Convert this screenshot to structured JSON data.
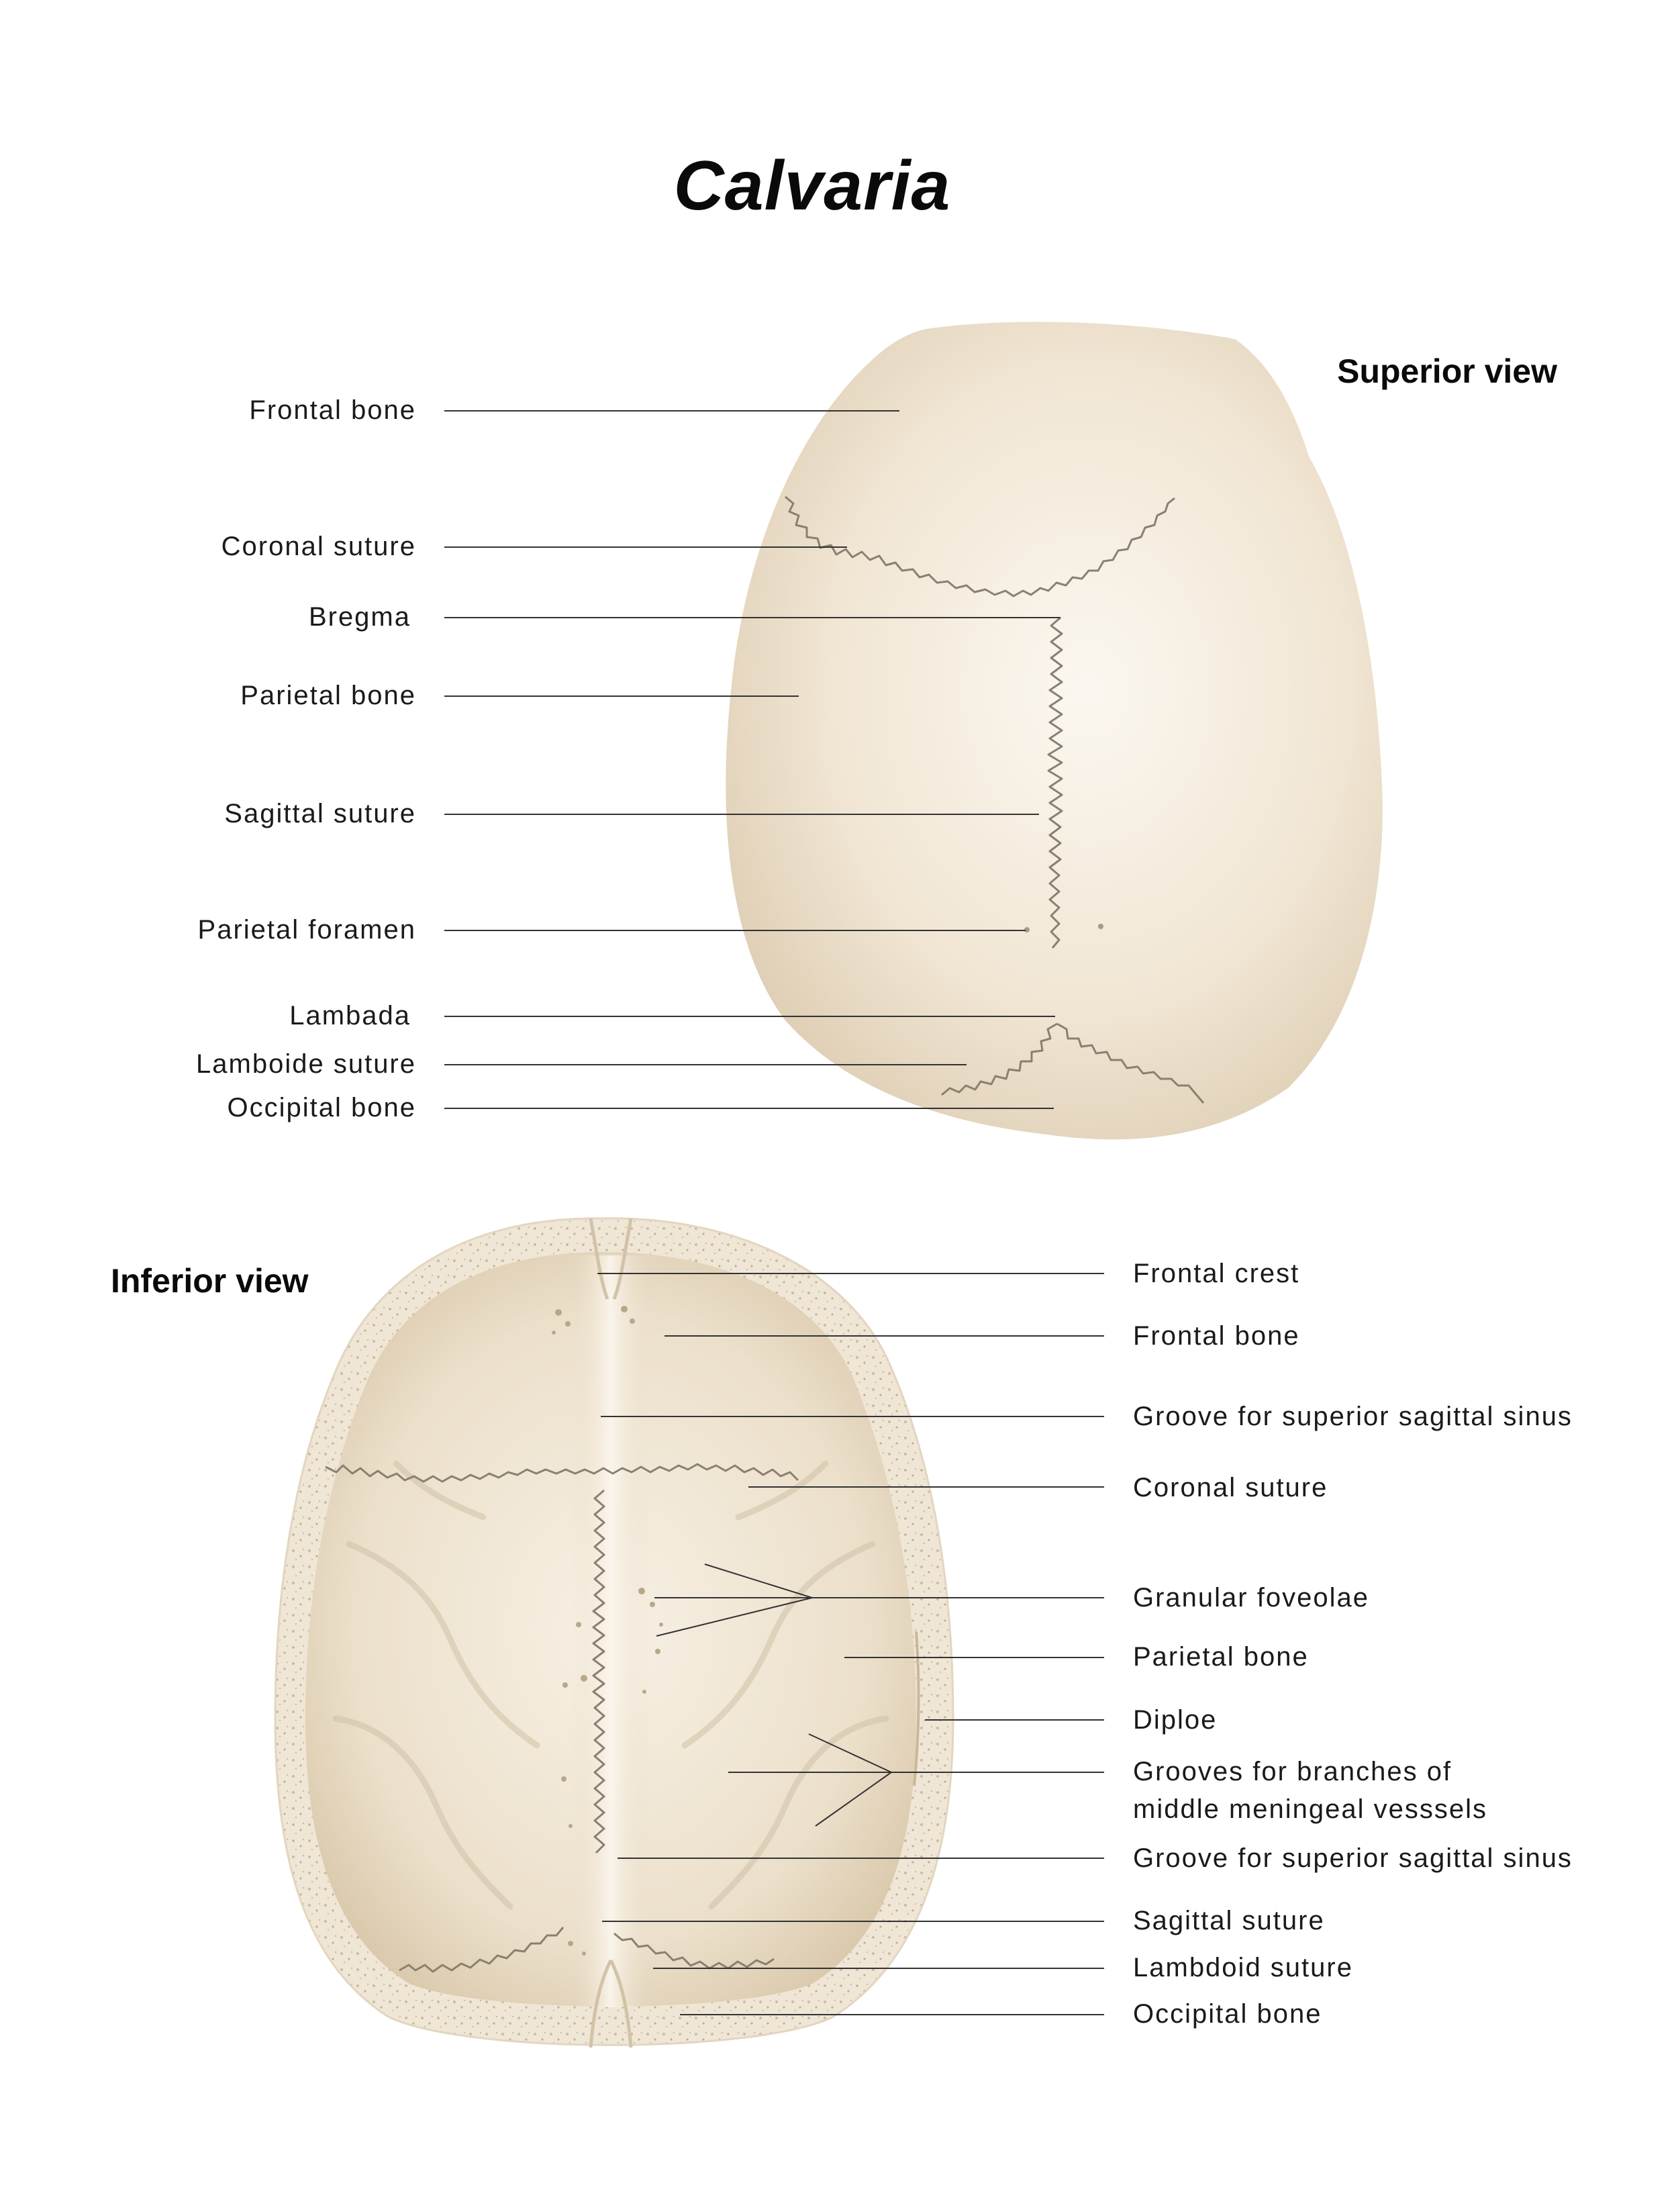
{
  "title": "Calvaria",
  "superior": {
    "heading": "Superior view",
    "labels": [
      "Frontal bone",
      "Coronal suture",
      "Bregma",
      "Parietal bone",
      "Sagittal suture",
      "Parietal foramen",
      "Lambada",
      "Lamboide suture",
      "Occipital bone"
    ]
  },
  "inferior": {
    "heading": "Inferior view",
    "labels": [
      "Frontal crest",
      "Frontal bone",
      "Groove for superior sagittal sinus",
      "Coronal suture",
      "Granular foveolae",
      "Parietal bone",
      "Diploe",
      "Grooves for branches of",
      "middle meningeal vesssels",
      "Groove for superior sagittal sinus",
      "Sagittal suture",
      "Lambdoid suture",
      "Occipital bone"
    ]
  },
  "colors": {
    "bone": "#f1e7d6",
    "bone_shadow": "#d9c8aa",
    "diploe": "#ede3d2",
    "suture": "#8a8070",
    "leader": "#333333"
  }
}
